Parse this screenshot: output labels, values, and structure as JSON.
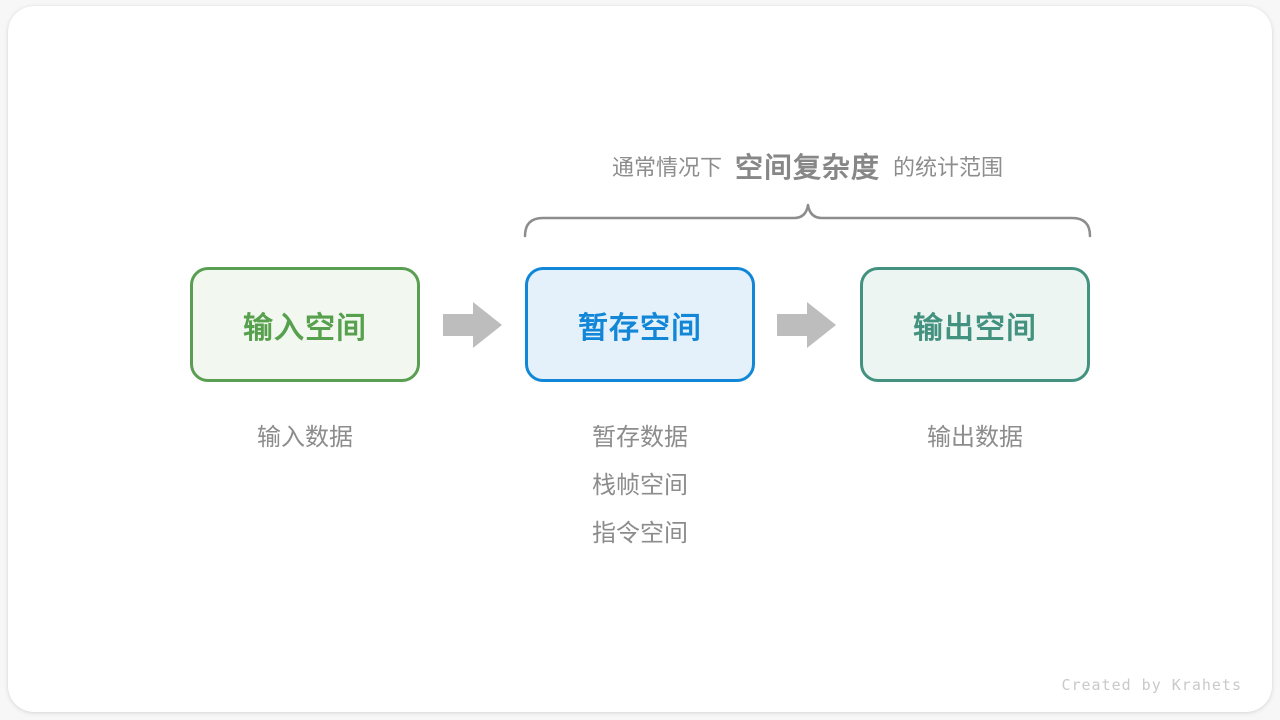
{
  "diagram": {
    "annotation": {
      "prefix": "通常情况下",
      "highlight": "空间复杂度",
      "suffix": "的统计范围"
    },
    "brace_color": "#8d8d8d",
    "arrow_color": "#bdbdbd",
    "boxes": [
      {
        "id": "input-space",
        "label": "输入空间",
        "text_color": "#57a04e",
        "border_color": "#5a9e52",
        "bg_color": "#f2f8f0",
        "sublabels": [
          "输入数据"
        ]
      },
      {
        "id": "buffer-space",
        "label": "暂存空间",
        "text_color": "#1287d8",
        "border_color": "#1287d8",
        "bg_color": "#e4f1fb",
        "sublabels": [
          "暂存数据",
          "栈帧空间",
          "指令空间"
        ]
      },
      {
        "id": "output-space",
        "label": "输出空间",
        "text_color": "#43927f",
        "border_color": "#43927f",
        "bg_color": "#edf5f2",
        "sublabels": [
          "输出数据"
        ]
      }
    ],
    "credit": "Created by Krahets"
  }
}
